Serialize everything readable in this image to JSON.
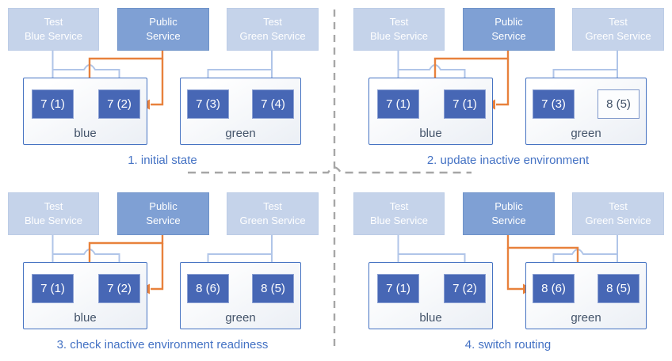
{
  "colors": {
    "accent_orange": "#E8813C",
    "test_route_line": "#B0C5E8",
    "service_light_fill": "#C5D3EA",
    "service_public_fill": "#7FA0D4",
    "pod_fill": "#4767B5",
    "env_border": "#4673C2",
    "caption_text": "#4472C4",
    "env_label_text": "#44546A",
    "divider_gray": "#A6A6A6"
  },
  "panels": [
    {
      "caption": "1. initial state",
      "public_routes_to": "blue",
      "services": [
        {
          "line1": "Test",
          "line2": "Blue Service"
        },
        {
          "line1": "Public",
          "line2": "Service"
        },
        {
          "line1": "Test",
          "line2": "Green Service"
        }
      ],
      "environments": [
        {
          "label": "blue",
          "pods": [
            {
              "label": "7 (1)",
              "style": "solid"
            },
            {
              "label": "7 (2)",
              "style": "solid"
            }
          ]
        },
        {
          "label": "green",
          "pods": [
            {
              "label": "7 (3)",
              "style": "solid"
            },
            {
              "label": "7 (4)",
              "style": "solid"
            }
          ]
        }
      ]
    },
    {
      "caption": "2. update inactive environment",
      "public_routes_to": "blue",
      "services": [
        {
          "line1": "Test",
          "line2": "Blue Service"
        },
        {
          "line1": "Public",
          "line2": "Service"
        },
        {
          "line1": "Test",
          "line2": "Green Service"
        }
      ],
      "environments": [
        {
          "label": "blue",
          "pods": [
            {
              "label": "7 (1)",
              "style": "solid"
            },
            {
              "label": "7 (1)",
              "style": "solid"
            }
          ]
        },
        {
          "label": "green",
          "pods": [
            {
              "label": "7 (3)",
              "style": "solid"
            },
            {
              "label": "8 (5)",
              "style": "outlined"
            }
          ]
        }
      ]
    },
    {
      "caption": "3. check inactive environment readiness",
      "public_routes_to": "blue",
      "services": [
        {
          "line1": "Test",
          "line2": "Blue Service"
        },
        {
          "line1": "Public",
          "line2": "Service"
        },
        {
          "line1": "Test",
          "line2": "Green Service"
        }
      ],
      "environments": [
        {
          "label": "blue",
          "pods": [
            {
              "label": "7 (1)",
              "style": "solid"
            },
            {
              "label": "7 (2)",
              "style": "solid"
            }
          ]
        },
        {
          "label": "green",
          "pods": [
            {
              "label": "8 (6)",
              "style": "solid"
            },
            {
              "label": "8 (5)",
              "style": "solid"
            }
          ]
        }
      ]
    },
    {
      "caption": "4. switch routing",
      "public_routes_to": "green",
      "services": [
        {
          "line1": "Test",
          "line2": "Blue Service"
        },
        {
          "line1": "Public",
          "line2": "Service"
        },
        {
          "line1": "Test",
          "line2": "Green Service"
        }
      ],
      "environments": [
        {
          "label": "blue",
          "pods": [
            {
              "label": "7 (1)",
              "style": "solid"
            },
            {
              "label": "7 (2)",
              "style": "solid"
            }
          ]
        },
        {
          "label": "green",
          "pods": [
            {
              "label": "8 (6)",
              "style": "solid"
            },
            {
              "label": "8 (5)",
              "style": "solid"
            }
          ]
        }
      ]
    }
  ]
}
